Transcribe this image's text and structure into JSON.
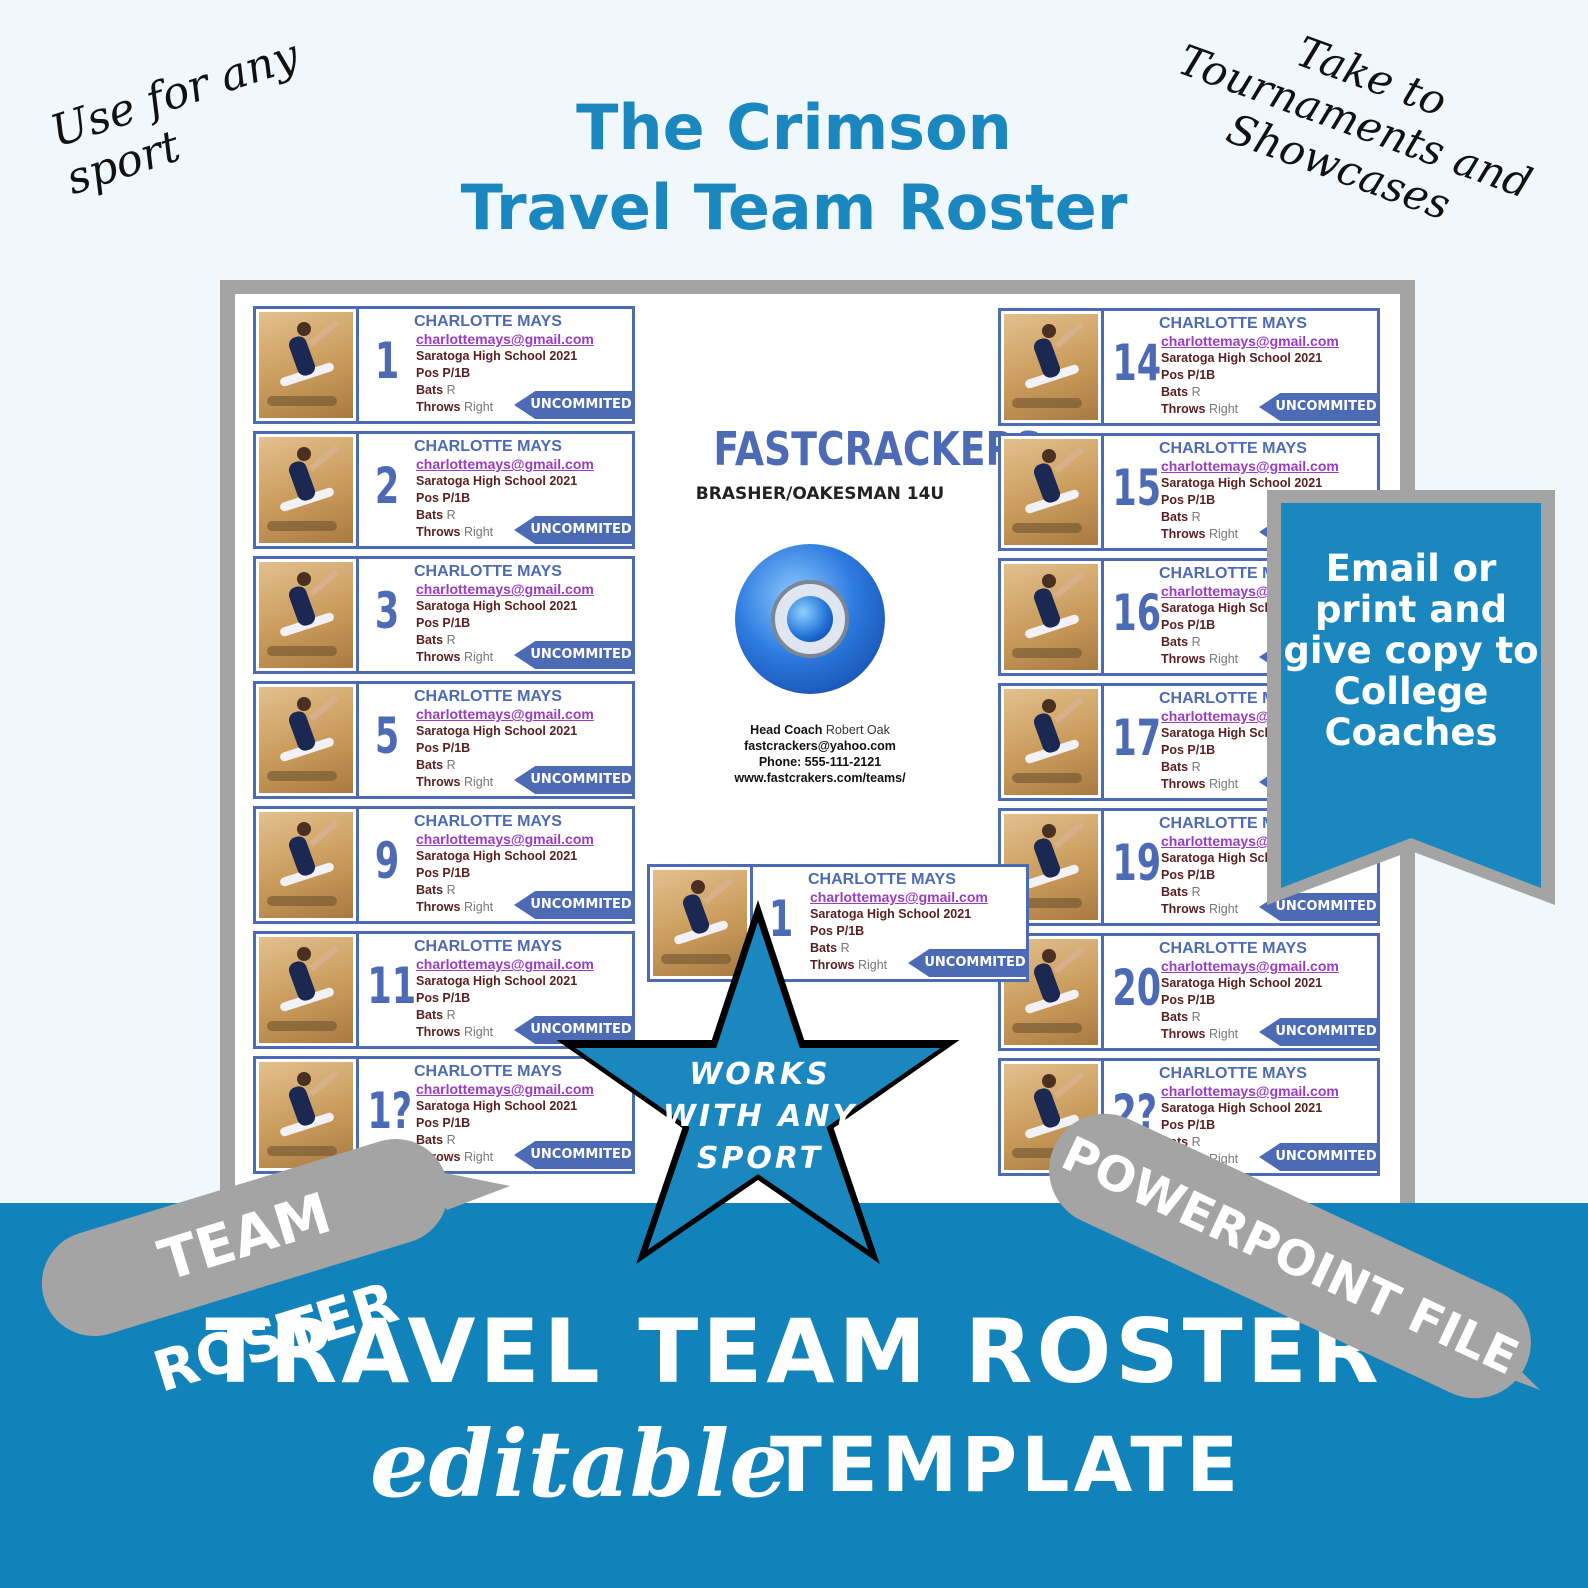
{
  "headline": {
    "line1": "The Crimson",
    "line2": "Travel Team Roster"
  },
  "notes": {
    "left": "Use for any sport",
    "right": "Take to Tournaments and Showcases"
  },
  "team": {
    "name": "FASTCRACKERS",
    "division": "BRASHER/OAKESMAN 14U",
    "coach_label": "Head Coach",
    "coach_name": "Robert Oak",
    "email": "fastcrackers@yahoo.com",
    "phone": "Phone:  555-111-2121",
    "website": "www.fastcrakers.com/teams/"
  },
  "card_template": {
    "name": "CHARLOTTE MAYS",
    "email": "charlottemays@gmail.com",
    "school": "Saratoga High School 2021",
    "pos_label": "Pos",
    "pos": "P/1B",
    "bats_label": "Bats",
    "bats": "R",
    "throws_label": "Throws",
    "throws": "Right",
    "status": "UNCOMMITED"
  },
  "cards": {
    "left": [
      "1",
      "2",
      "3",
      "5",
      "9",
      "11",
      "1?"
    ],
    "right": [
      "14",
      "15",
      "16",
      "17",
      "19",
      "20",
      "2?"
    ],
    "center": "1"
  },
  "ribbon": {
    "text": "Email or print and give copy to College Coaches"
  },
  "star": {
    "line1": "WORKS",
    "line2": "WITH ANY",
    "line3": "SPORT"
  },
  "bubbles": {
    "left": "TEAM ROSTER",
    "right": "POWERPOINT FILE"
  },
  "bottom": {
    "title": "TRAVEL TEAM ROSTER",
    "editable": "editable",
    "template": "TEMPLATE"
  },
  "colors": {
    "accent_blue": "#1b87bf",
    "card_blue": "#4d6ab5",
    "grey": "#a4a4a4",
    "email_purple": "#9a3cc4"
  }
}
